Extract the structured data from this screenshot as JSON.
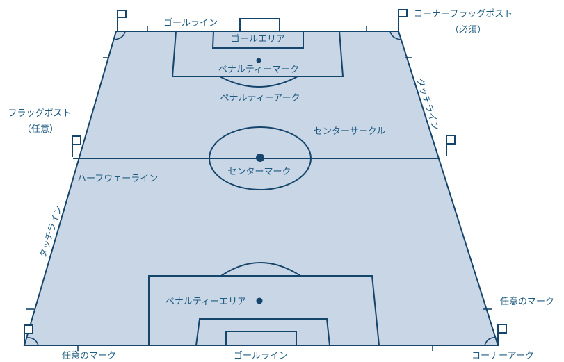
{
  "colors": {
    "field": "#c9d6e6",
    "line": "#15456b",
    "label": "#1e5b80",
    "background": "#ffffff"
  },
  "labels": {
    "goal_line_top": "ゴールライン",
    "goal_area": "ゴールエリア",
    "corner_flag_post": "コーナーフラッグポスト",
    "corner_flag_required": "（必須）",
    "penalty_mark": "ペナルティーマーク",
    "penalty_arc_top": "ペナルティーアーク",
    "touch_line_right": "タッチライン",
    "flag_post_left": "フラッグポスト",
    "flag_post_optional": "（任意）",
    "center_circle": "センターサークル",
    "center_mark": "センターマーク",
    "halfway_line": "ハーフウェーライン",
    "touch_line_left": "タッチライン",
    "penalty_area": "ペナルティーエリア",
    "optional_mark_right": "任意のマーク",
    "optional_mark_bottom": "任意のマーク",
    "goal_line_bottom": "ゴールライン",
    "corner_arc": "コーナーアーク"
  }
}
